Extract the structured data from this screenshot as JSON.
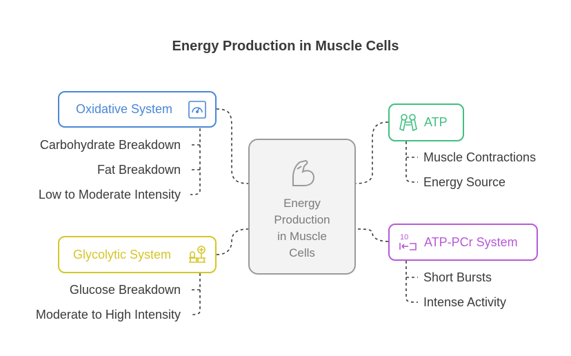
{
  "title": "Energy Production in Muscle Cells",
  "center": {
    "lines": [
      "Energy",
      "Production",
      "in Muscle",
      "Cells"
    ],
    "icon": "flexed-arm-icon"
  },
  "nodes": {
    "oxidative": {
      "label": "Oxidative System",
      "color": "#4a87d6",
      "icon": "gauge-icon",
      "items": [
        "Carbohydrate Breakdown",
        "Fat Breakdown",
        "Low to Moderate Intensity"
      ]
    },
    "glycolytic": {
      "label": "Glycolytic System",
      "color": "#d4c62a",
      "icon": "scale-icon",
      "items": [
        "Glucose Breakdown",
        "Moderate to High Intensity"
      ]
    },
    "atp": {
      "label": "ATP",
      "color": "#3fbf7f",
      "icon": "hand-grip-icon",
      "items": [
        "Muscle Contractions",
        "Energy Source"
      ]
    },
    "atppcr": {
      "label": "ATP-PCr System",
      "color": "#b65ad6",
      "icon": "countdown-10-icon",
      "items": [
        "Short Bursts",
        "Intense Activity"
      ]
    }
  }
}
